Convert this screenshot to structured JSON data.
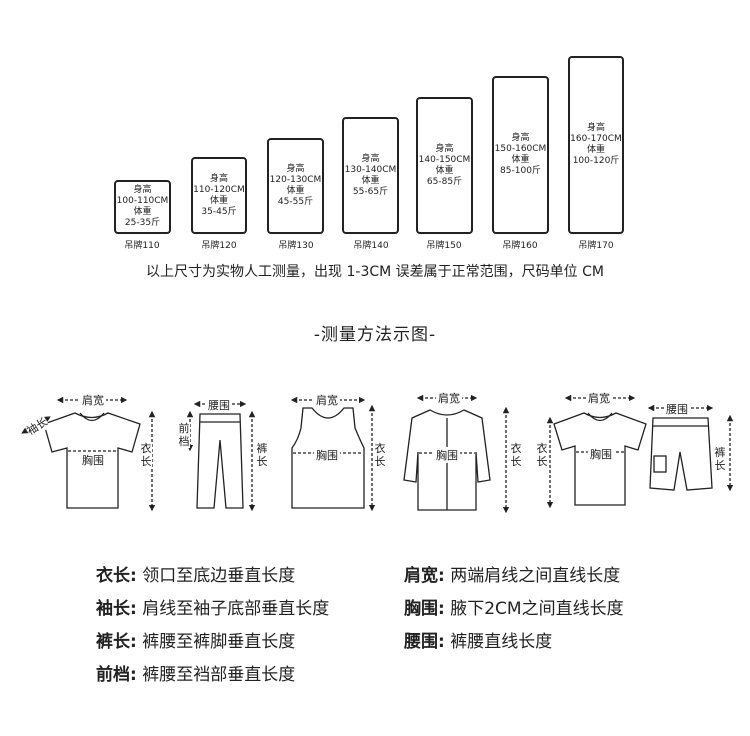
{
  "size_tags": [
    {
      "height_label": "身高",
      "height": "100-110CM",
      "weight_label": "体重",
      "weight": "25-35斤",
      "tag": "吊牌110"
    },
    {
      "height_label": "身高",
      "height": "110-120CM",
      "weight_label": "体重",
      "weight": "35-45斤",
      "tag": "吊牌120"
    },
    {
      "height_label": "身高",
      "height": "120-130CM",
      "weight_label": "体重",
      "weight": "45-55斤",
      "tag": "吊牌130"
    },
    {
      "height_label": "身高",
      "height": "130-140CM",
      "weight_label": "体重",
      "weight": "55-65斤",
      "tag": "吊牌140"
    },
    {
      "height_label": "身高",
      "height": "140-150CM",
      "weight_label": "体重",
      "weight": "65-85斤",
      "tag": "吊牌150"
    },
    {
      "height_label": "身高",
      "height": "150-160CM",
      "weight_label": "体重",
      "weight": "85-100斤",
      "tag": "吊牌160"
    },
    {
      "height_label": "身高",
      "height": "160-170CM",
      "weight_label": "体重",
      "weight": "100-120斤",
      "tag": "吊牌170"
    }
  ],
  "note": "以上尺寸为实物人工测量，出现 1-3CM 误差属于正常范围，尺码单位 CM",
  "section_title": "-测量方法示图-",
  "figure_labels": {
    "shoulder": "肩宽",
    "waist": "腰围",
    "chest": "胸围",
    "length": "衣长",
    "pants_length": "裤长",
    "rise": "前档",
    "sleeve": "袖长"
  },
  "definitions": {
    "left": [
      {
        "term": "衣长:",
        "desc": "领口至底边垂直长度"
      },
      {
        "term": "袖长:",
        "desc": "肩线至袖子底部垂直长度"
      },
      {
        "term": "裤长:",
        "desc": "裤腰至裤脚垂直长度"
      },
      {
        "term": "前档:",
        "desc": "裤腰至裆部垂直长度"
      }
    ],
    "right": [
      {
        "term": "肩宽:",
        "desc": "两端肩线之间直线长度"
      },
      {
        "term": "胸围:",
        "desc": "腋下2CM之间直线长度"
      },
      {
        "term": "腰围:",
        "desc": "裤腰直线长度"
      }
    ]
  }
}
